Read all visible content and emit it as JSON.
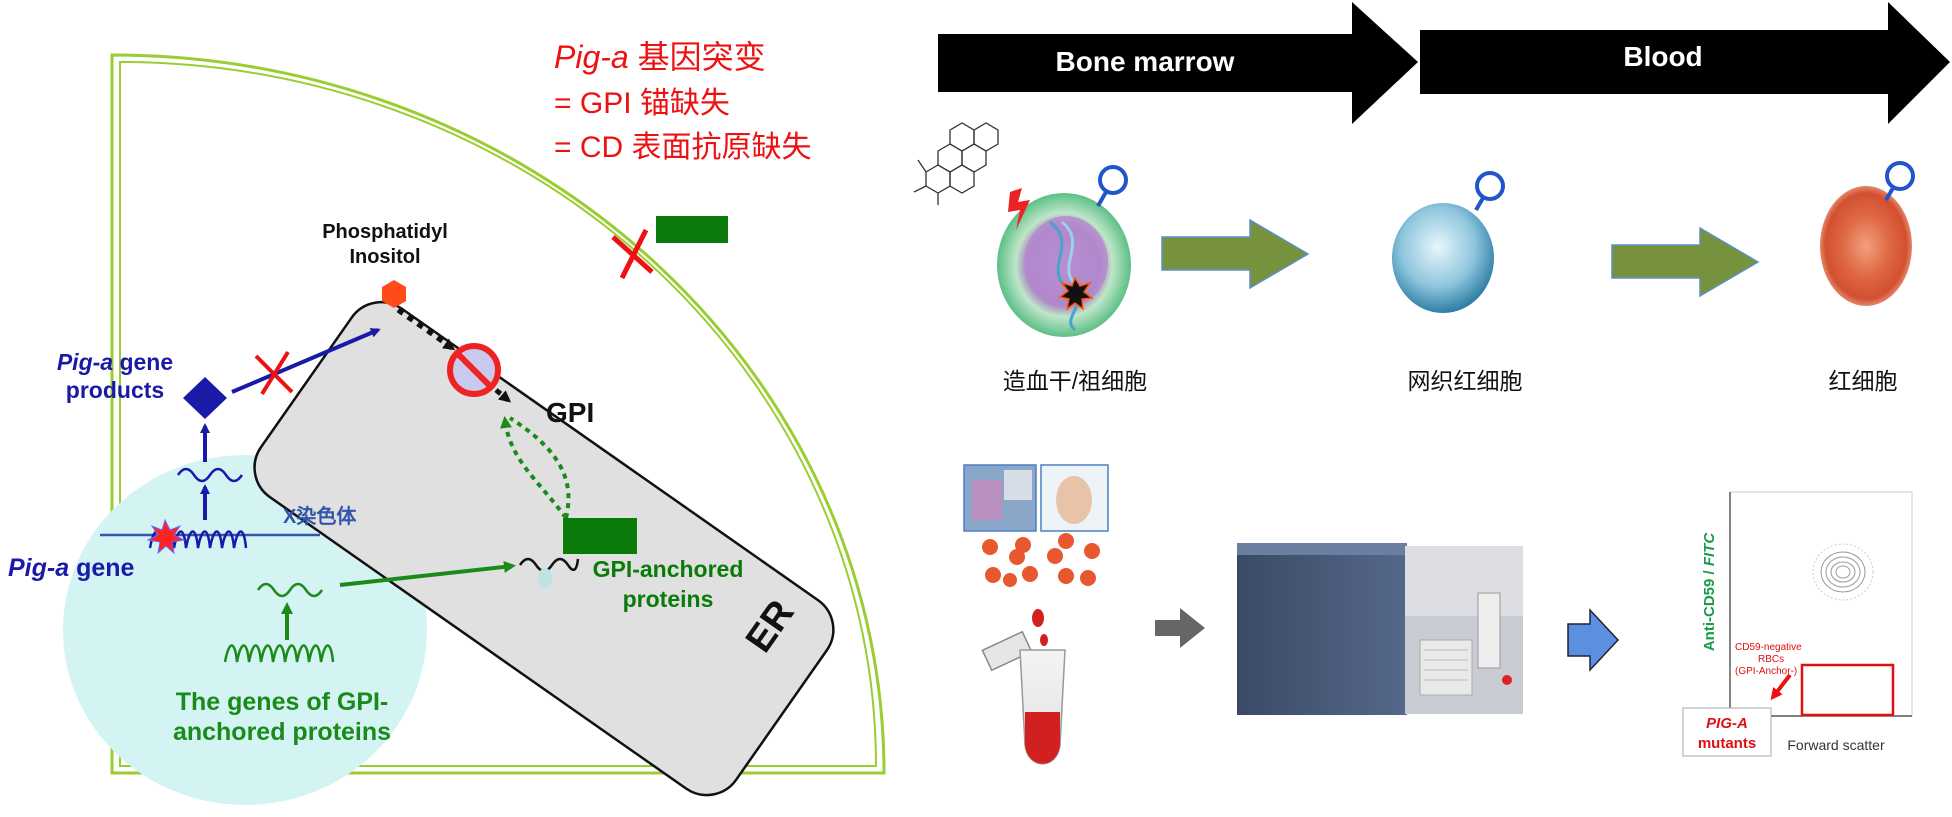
{
  "left_panel": {
    "mutation_lines": {
      "line1_gene": "Pig-a",
      "line1_rest": " 基因突变",
      "line2": "= GPI 锚缺失",
      "line3": "= CD 表面抗原缺失"
    },
    "labels": {
      "phosphatidyl": "Phosphatidyl",
      "inositol": "Inositol",
      "pig_a_italic": "Pig-a",
      "gene_word": " gene",
      "products_word": "products",
      "x_chromosome": "X染色体",
      "pig_a_gene_italic": "Pig-a",
      "pig_a_gene_word": " gene",
      "gpi": "GPI",
      "gpi_anchored_1": "GPI-anchored",
      "gpi_anchored_2": "proteins",
      "er": "ER",
      "genes_gpi_1": "The genes of GPI-",
      "genes_gpi_2": "anchored proteins"
    }
  },
  "right_panel": {
    "stages": {
      "bone_marrow": "Bone marrow",
      "blood": "Blood"
    },
    "cells": {
      "stem_cell": "造血干/祖细胞",
      "reticulocyte": "网织红细胞",
      "red_cell": "红细胞"
    },
    "flow_plot": {
      "y_axis_1": "Anti-CD59 / ",
      "y_axis_2": "FITC",
      "x_axis": "Forward scatter",
      "gate_note_1": "CD59-negative",
      "gate_note_2": "RBCs",
      "gate_note_3": "(GPI-Anchor-)",
      "mutant_1": "PIG-A",
      "mutant_2": "mutants"
    }
  },
  "colors": {
    "membrane_green": "#9acd32",
    "nucleus_cyan": "#d4f4f4",
    "er_gray": "#e0e0e0",
    "arrow_blue": "#1a1aa8",
    "arrow_green": "#1a8a1a",
    "mutation_red": "#ee1111",
    "protein_green": "#0a7a0a",
    "flow_arrow_olive": "#76923c"
  }
}
